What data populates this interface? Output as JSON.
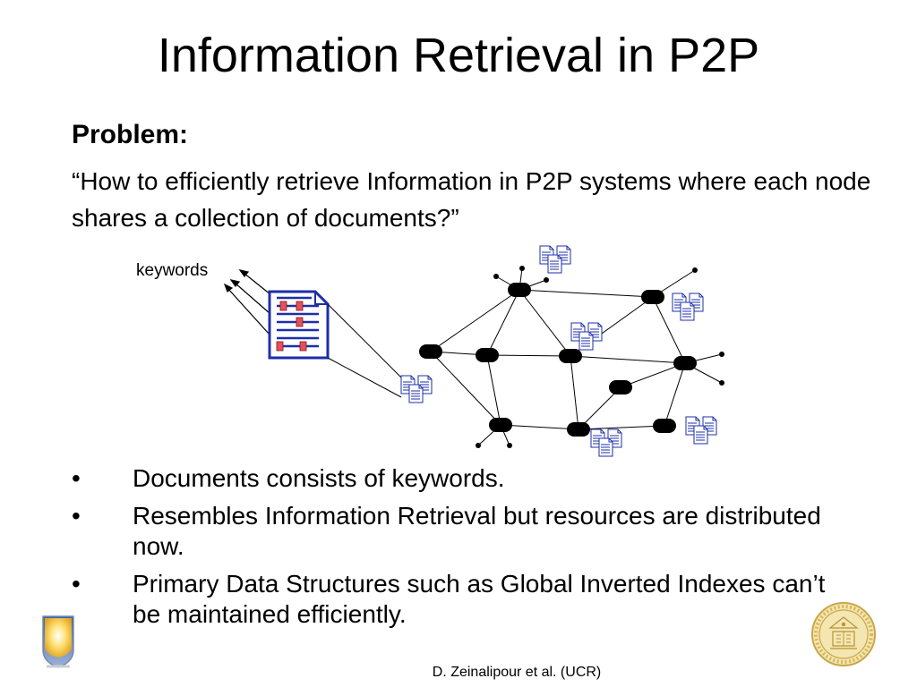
{
  "slide": {
    "title": "Information Retrieval in P2P",
    "problem_heading": "Problem:",
    "problem_text": "“How to efficiently retrieve Information in P2P systems where each node shares a collection of documents?”",
    "diagram": {
      "keywords_label": "keywords"
    },
    "bullets": [
      {
        "marker": "•",
        "text": "Documents consists of keywords."
      },
      {
        "marker": "•",
        "text": "Resembles Information Retrieval but resources are distributed now."
      },
      {
        "marker": "•",
        "text": "Primary Data Structures such as Global Inverted Indexes can’t be maintained efficiently."
      }
    ],
    "footer": "D. Zeinalipour et al. (UCR)",
    "logos": {
      "left": "ucr-shield-logo",
      "right": "university-of-california-seal"
    },
    "colors": {
      "document_outline": "#1c2fa8",
      "keyword_mark": "#e8505b",
      "shield_gold": "#f3c23a",
      "seal_gold": "#d7b65a"
    }
  }
}
